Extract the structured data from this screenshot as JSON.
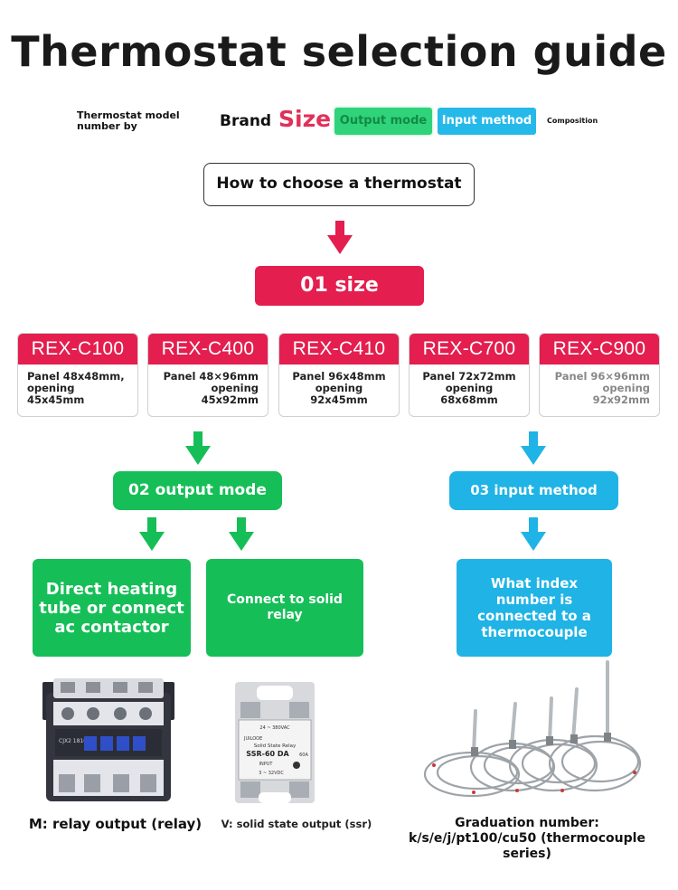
{
  "title": "Thermostat selection guide",
  "legend": {
    "model_number": "Thermostat model number by",
    "brand": "Brand",
    "size": "Size",
    "output_mode": "Output mode",
    "input_method": "Input method",
    "composition": "Composition"
  },
  "how_to": "How to choose a thermostat",
  "step1": "01 size",
  "models": [
    {
      "name": "REX-C100",
      "l1": "Panel 48x48mm,",
      "l2": "opening",
      "l3": "45x45mm"
    },
    {
      "name": "REX-C400",
      "l1": "Panel 48×96mm",
      "l2": "opening",
      "l3": "45x92mm"
    },
    {
      "name": "REX-C410",
      "l1": "Panel 96x48mm",
      "l2": "opening",
      "l3": "92x45mm"
    },
    {
      "name": "REX-C700",
      "l1": "Panel 72x72mm",
      "l2": "opening",
      "l3": "68x68mm"
    },
    {
      "name": "REX-C900",
      "l1": "Panel 96×96mm",
      "l2": "opening",
      "l3": "92x92mm"
    }
  ],
  "step2": "02 output mode",
  "step3": "03 input method",
  "option_relay": "Direct heating tube or connect ac contactor",
  "option_ssr": "Connect to solid relay",
  "option_thermo": "What index number is connected to a thermocouple",
  "product_labels": {
    "relay_face": "CJX2 1810",
    "ssr_brand": "JUILOOE",
    "ssr_title": "Solid State Relay",
    "ssr_model": "SSR-60 DA",
    "ssr_amp": "60A",
    "ssr_ac": "24 ~ 380VAC",
    "ssr_input": "INPUT",
    "ssr_dc": "3 ~ 32VDC"
  },
  "caption_relay": "M: relay output (relay)",
  "caption_ssr": "V: solid state output (ssr)",
  "caption_thermo": "Graduation number: k/s/e/j/pt100/cu50 (thermocouple series)",
  "colors": {
    "red": "#e41e4e",
    "green": "#16be57",
    "blue": "#1fb3e6"
  }
}
